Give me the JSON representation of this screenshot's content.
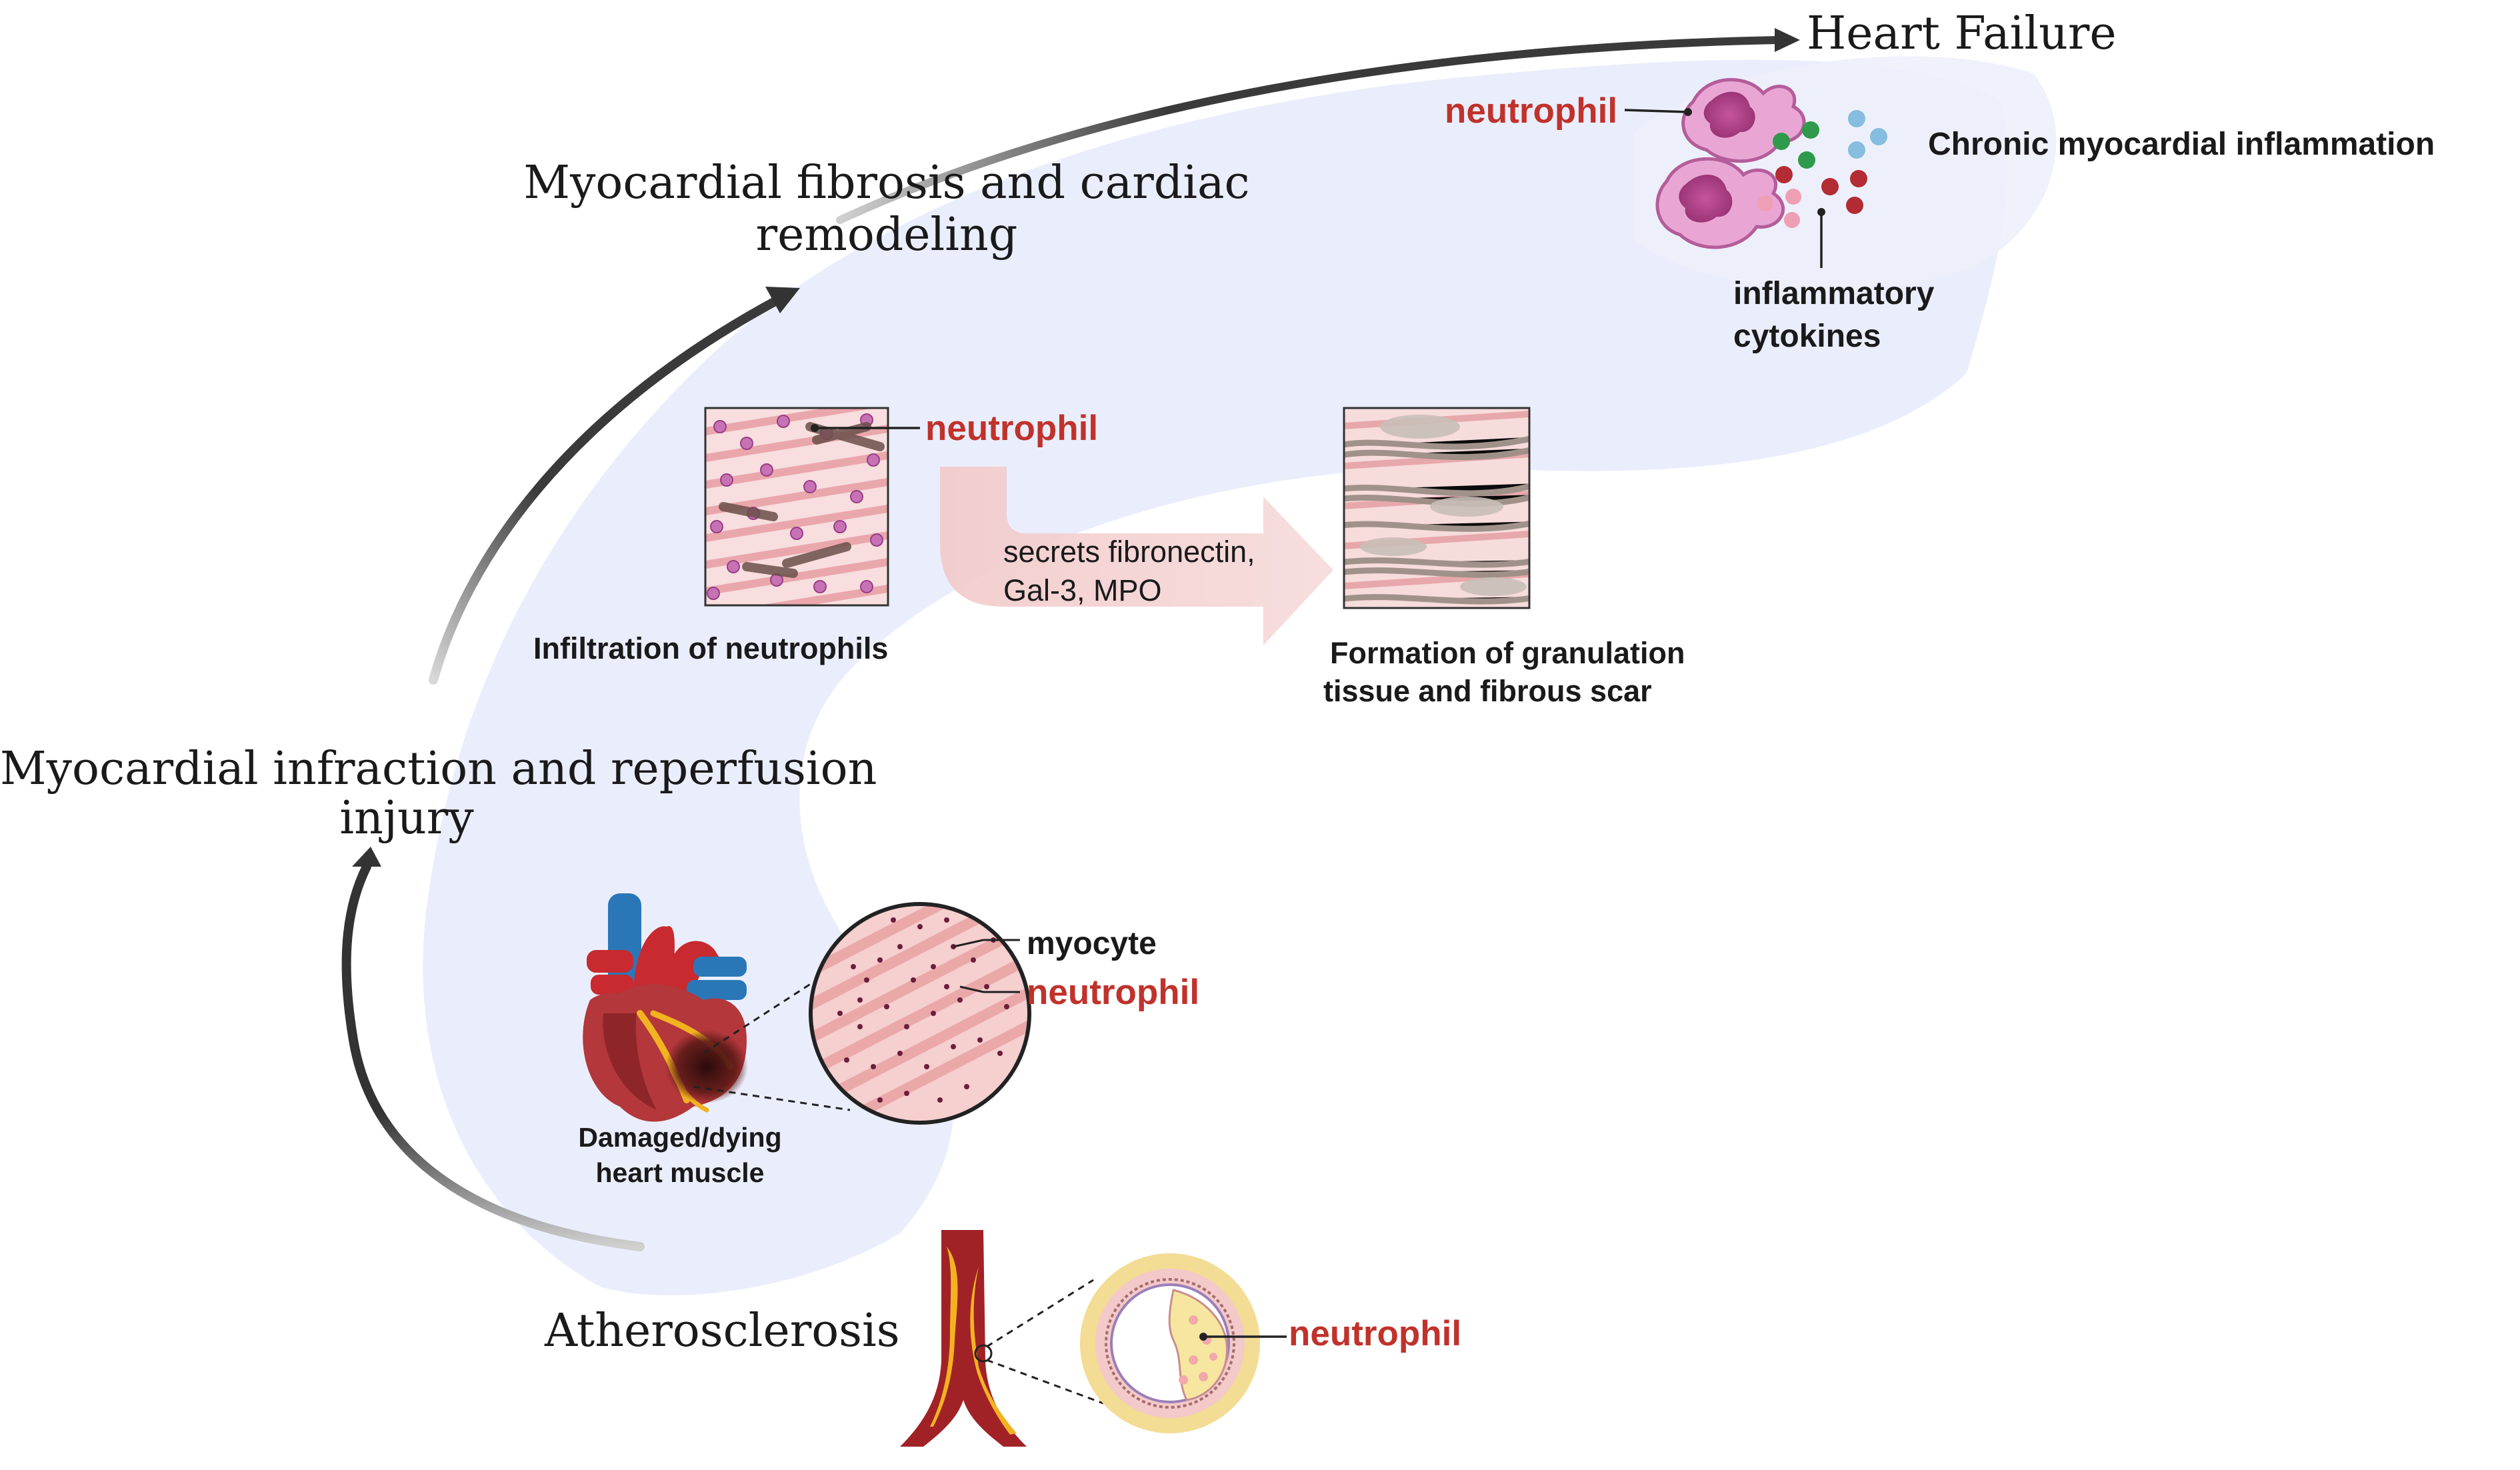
{
  "stages": {
    "heart_failure": "Heart Failure",
    "fibrosis_line1": "Myocardial fibrosis and cardiac",
    "fibrosis_line2": "remodeling",
    "infarction_line1": "Myocardial infraction and reperfusion",
    "infarction_line2": "injury",
    "atherosclerosis": "Atherosclerosis"
  },
  "heart_failure_panel": {
    "neutrophil_label": "neutrophil",
    "condition_label": "Chronic myocardial inflammation",
    "cytokines_line1": "inflammatory",
    "cytokines_line2": "cytokines"
  },
  "fibrosis_panel": {
    "neutrophil_label": "neutrophil",
    "infiltration_label": "Infiltration of neutrophils",
    "secretion_line1": "secrets fibronectin,",
    "secretion_line2": "Gal-3, MPO",
    "scar_line1": "Formation of granulation",
    "scar_line2": "tissue and fibrous scar"
  },
  "infarction_panel": {
    "myocyte_label": "myocyte",
    "neutrophil_label": "neutrophil",
    "heart_line1": "Damaged/dying",
    "heart_line2": "heart muscle"
  },
  "atherosclerosis_panel": {
    "neutrophil_label": "neutrophil"
  },
  "colors": {
    "accent_red": "#c0322b",
    "arrow_dark": "#333333",
    "halo_blue": "#e6ebfb",
    "neutrophil_pink": "#e9a6d4",
    "tissue_pink": "#f4c6c6",
    "scar_gray": "#9c8f86"
  }
}
